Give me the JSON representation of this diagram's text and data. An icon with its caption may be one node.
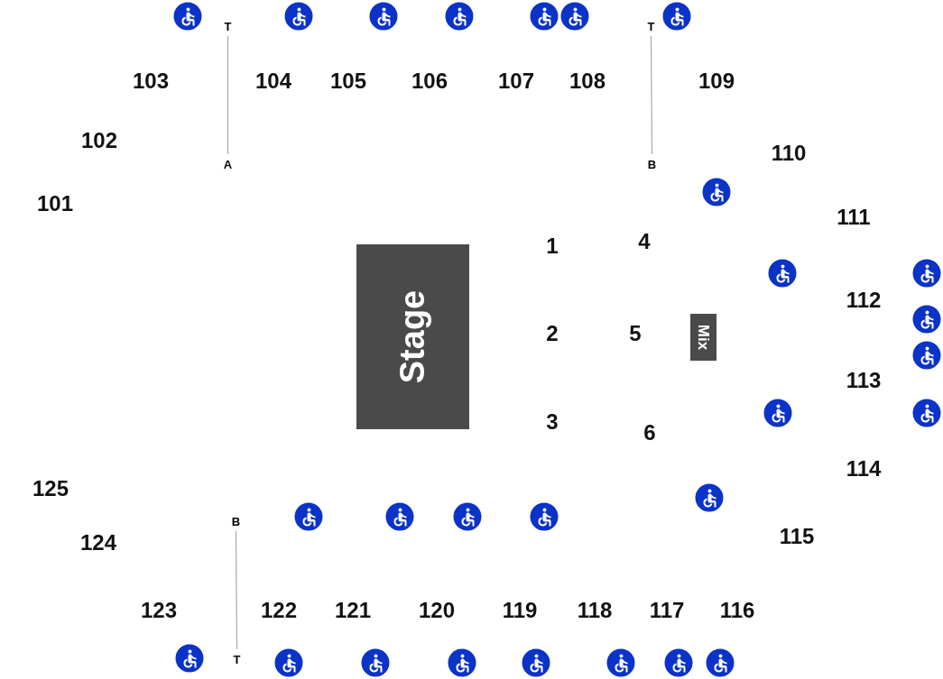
{
  "diagram": {
    "nodes": [
      {
        "text": [
          "Stage"
        ]
      },
      {
        "text": [
          "Mix"
        ]
      },
      {
        "text": [
          "T"
        ]
      },
      {
        "text": [
          "A"
        ]
      },
      {
        "text": [
          "T"
        ]
      },
      {
        "text": [
          "B"
        ]
      },
      {
        "text": [
          "B"
        ]
      },
      {
        "text": [
          "T"
        ]
      }
    ],
    "edges": [
      {
        "from": 2,
        "to": 3,
        "arrow": "none"
      },
      {
        "from": 4,
        "to": 5,
        "arrow": "none"
      },
      {
        "from": 6,
        "to": 7,
        "arrow": "none"
      }
    ],
    "labels": [
      "103",
      "104",
      "105",
      "106",
      "107",
      "108",
      "109",
      "102",
      "110",
      "101",
      "111",
      "1",
      "4",
      "112",
      "2",
      "5",
      "113",
      "3",
      "6",
      "114",
      "125",
      "115",
      "124",
      "123",
      "122",
      "121",
      "120",
      "119",
      "118",
      "117",
      "116"
    ]
  }
}
